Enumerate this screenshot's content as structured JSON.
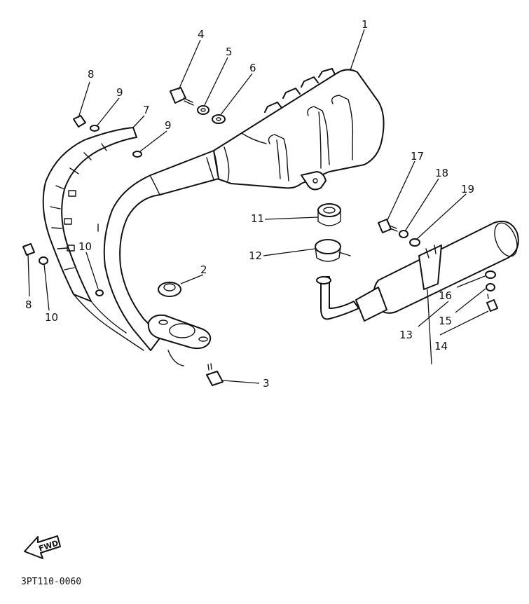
{
  "diagram": {
    "callouts": {
      "c1": "1",
      "c2": "2",
      "c3": "3",
      "c4": "4",
      "c5": "5",
      "c6": "6",
      "c7": "7",
      "c8a": "8",
      "c8b": "8",
      "c9a": "9",
      "c9b": "9",
      "c10a": "10",
      "c10b": "10",
      "c11": "11",
      "c12": "12",
      "c13": "13",
      "c14": "14",
      "c15": "15",
      "c16": "16",
      "c17": "17",
      "c18": "18",
      "c19": "19"
    },
    "fwd_label": "FWD",
    "drawing_code": "3PT110-0060"
  }
}
